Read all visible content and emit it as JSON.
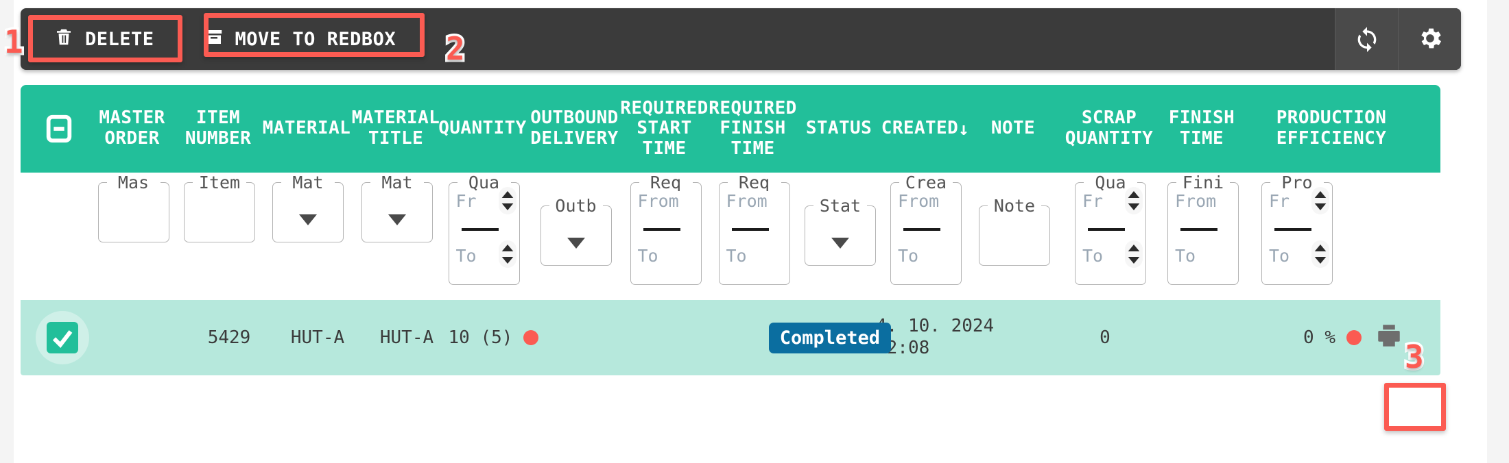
{
  "toolbar": {
    "delete_label": "DELETE",
    "move_label": "MOVE TO REDBOX",
    "refresh_icon": "refresh-icon",
    "settings_icon": "gear-icon"
  },
  "table": {
    "columns": [
      {
        "key": "select",
        "label": ""
      },
      {
        "key": "master_order",
        "label": "MASTER ORDER"
      },
      {
        "key": "item_number",
        "label": "ITEM NUMBER"
      },
      {
        "key": "material",
        "label": "MATERIAL"
      },
      {
        "key": "material_title",
        "label": "MATERIAL TITLE"
      },
      {
        "key": "quantity",
        "label": "QUANTITY"
      },
      {
        "key": "outbound_delivery",
        "label": "OUTBOUND DELIVERY"
      },
      {
        "key": "required_start_time",
        "label": "REQUIRED START TIME"
      },
      {
        "key": "required_finish_time",
        "label": "REQUIRED FINISH TIME"
      },
      {
        "key": "status",
        "label": "STATUS"
      },
      {
        "key": "created",
        "label": "CREATED"
      },
      {
        "key": "note",
        "label": "NOTE"
      },
      {
        "key": "scrap_quantity",
        "label": "SCRAP QUANTITY"
      },
      {
        "key": "finish_time",
        "label": "FINISH TIME"
      },
      {
        "key": "production_efficiency",
        "label": "PRODUCTION EFFICIENCY"
      }
    ],
    "sorted_column": "created",
    "sort_direction": "desc",
    "sort_glyph": "↓",
    "filters": [
      {
        "key": "master_order",
        "type": "text",
        "legend": "Mas",
        "value": ""
      },
      {
        "key": "item_number",
        "type": "text",
        "legend": "Item",
        "value": ""
      },
      {
        "key": "material",
        "type": "select",
        "legend": "Mat",
        "value": ""
      },
      {
        "key": "material_title",
        "type": "select",
        "legend": "Mat",
        "value": ""
      },
      {
        "key": "quantity",
        "type": "range-number",
        "legend": "Qua",
        "from_placeholder": "Fr",
        "to_placeholder": "To"
      },
      {
        "key": "outbound_delivery",
        "type": "select",
        "legend": "Outb",
        "value": ""
      },
      {
        "key": "required_start_time",
        "type": "range",
        "legend": "Req",
        "from_placeholder": "From",
        "to_placeholder": "To"
      },
      {
        "key": "required_finish_time",
        "type": "range",
        "legend": "Req",
        "from_placeholder": "From",
        "to_placeholder": "To"
      },
      {
        "key": "status",
        "type": "select",
        "legend": "Stat",
        "value": ""
      },
      {
        "key": "created",
        "type": "range",
        "legend": "Crea",
        "from_placeholder": "From",
        "to_placeholder": "To"
      },
      {
        "key": "note",
        "type": "text",
        "legend": "Note",
        "value": ""
      },
      {
        "key": "scrap_quantity",
        "type": "range-number",
        "legend": "Qua",
        "from_placeholder": "Fr",
        "to_placeholder": "To"
      },
      {
        "key": "finish_time",
        "type": "range",
        "legend": "Fini",
        "from_placeholder": "From",
        "to_placeholder": "To"
      },
      {
        "key": "production_efficiency",
        "type": "range-number",
        "legend": "Pro",
        "from_placeholder": "Fr",
        "to_placeholder": "To"
      }
    ],
    "rows": [
      {
        "selected": true,
        "master_order": "",
        "item_number": "5429",
        "material": "HUT-A",
        "material_title": "HUT-A",
        "quantity": "10 (5)",
        "quantity_flag": "red",
        "outbound_delivery": "",
        "required_start_time": "",
        "required_finish_time": "",
        "status": "Completed",
        "status_color": "#0b6ea0",
        "created": "4. 10. 2024 12:08",
        "created_date": "4. 10. 2024",
        "created_time": "12:08",
        "note": "",
        "scrap_quantity": "0",
        "finish_time": "",
        "production_efficiency": "0 %",
        "production_efficiency_flag": "red",
        "print_icon": "printer-icon"
      }
    ]
  },
  "annotations": [
    {
      "id": "1",
      "target": "delete-button"
    },
    {
      "id": "2",
      "target": "move-to-redbox-button"
    },
    {
      "id": "3",
      "target": "row-print-button"
    }
  ],
  "colors": {
    "header_green": "#22bf9a",
    "row_green": "#b6e8dc",
    "toolbar_dark": "#3b3b3b",
    "toolbar_icon_dark": "#4a4a4a",
    "annotation_red": "#fb5b52",
    "status_blue": "#0b6ea0",
    "flag_red": "#fb5b52"
  }
}
